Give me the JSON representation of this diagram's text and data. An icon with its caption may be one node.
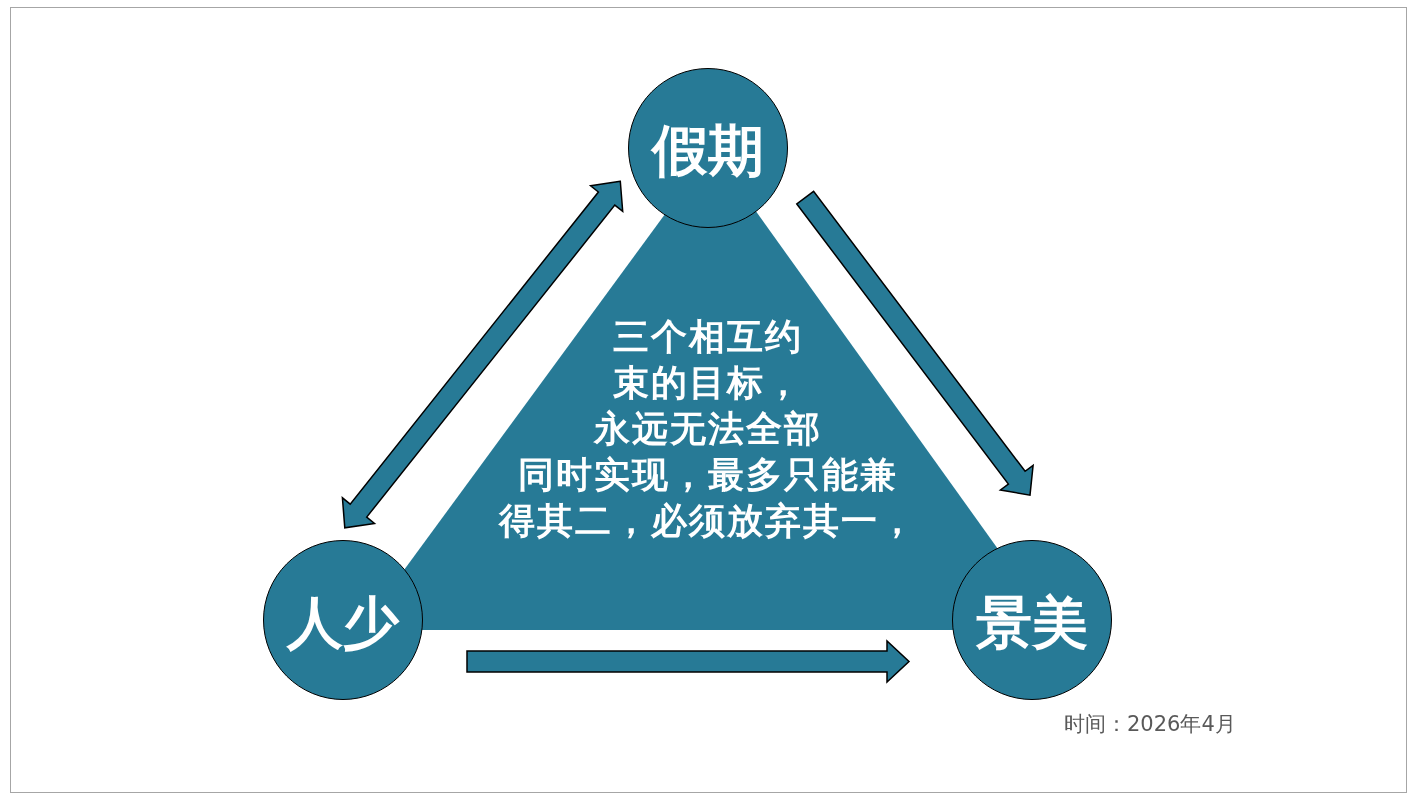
{
  "diagram": {
    "nodes": [
      {
        "text": [
          "假期"
        ]
      },
      {
        "text": [
          "三个相互约束的目标，永远无法全部同时实现，最多只能兼得其二，必须放弃其一，"
        ]
      },
      {
        "text": [
          "人少"
        ]
      },
      {
        "text": [
          "景美"
        ]
      }
    ],
    "edges": [
      {
        "from": 0,
        "to": 2,
        "arrow": "both"
      },
      {
        "from": 0,
        "to": 3,
        "arrow": "to"
      },
      {
        "from": 2,
        "to": 3,
        "arrow": "to"
      }
    ],
    "labels": [
      "时间：2026年4月"
    ]
  }
}
